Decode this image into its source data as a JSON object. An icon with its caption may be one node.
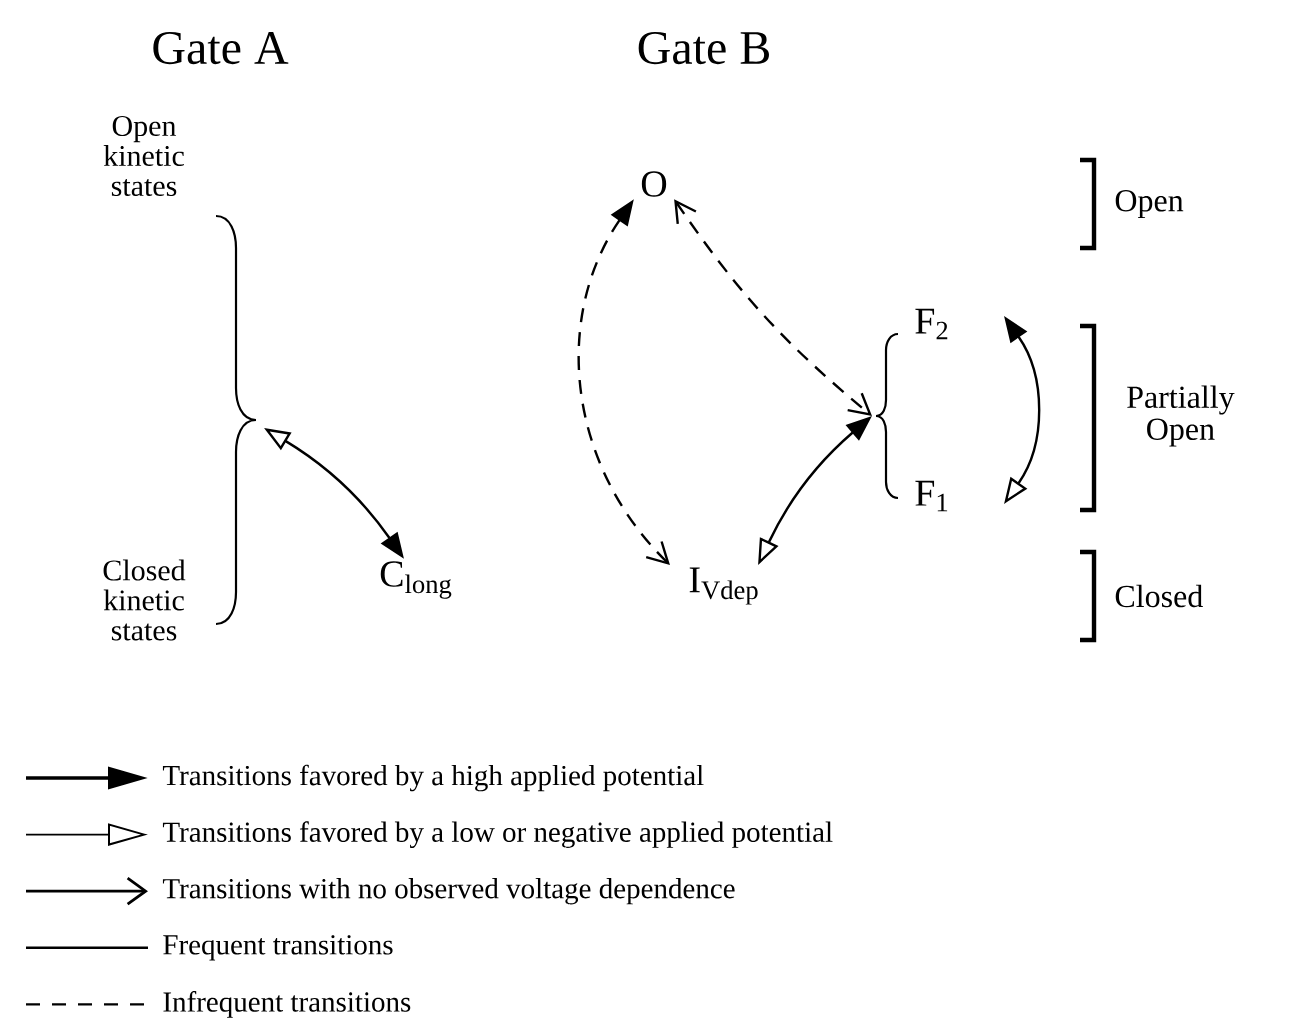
{
  "diagram": {
    "nodes": [
      {
        "text": [
          "Open kinetic states"
        ]
      },
      {
        "text": [
          "Closed kinetic states"
        ]
      },
      {
        "text": [],
        "shape": "brace"
      },
      {
        "text": [
          "C$_{long}$"
        ]
      },
      {
        "text": [
          "O"
        ]
      },
      {
        "text": [],
        "shape": "brace"
      },
      {
        "text": [
          "F$_{2}$"
        ]
      },
      {
        "text": [
          "F$_{1}$"
        ]
      },
      {
        "text": [
          "I$_{Vdep}$"
        ]
      }
    ],
    "edges": [
      {
        "from": 2,
        "to": 3,
        "arrow": "both"
      },
      {
        "from": 4,
        "to": 8,
        "arrow": "both",
        "style": "dashed"
      },
      {
        "from": 4,
        "to": 5,
        "arrow": "both",
        "style": "dashed"
      },
      {
        "from": 8,
        "to": 5,
        "arrow": "both"
      },
      {
        "from": 7,
        "to": 6,
        "arrow": "both"
      }
    ],
    "labels": [
      "Gate A",
      "Gate B",
      "Open",
      "Partially Open",
      "Closed"
    ],
    "legend": [
      {
        "text": "Transitions favored by a high applied potential"
      },
      {
        "text": "Transitions favored by a low or negative applied potential"
      },
      {
        "text": "Transitions with no observed voltage dependence"
      },
      {
        "text": "Frequent transitions"
      },
      {
        "text": "Infrequent transitions"
      }
    ]
  }
}
